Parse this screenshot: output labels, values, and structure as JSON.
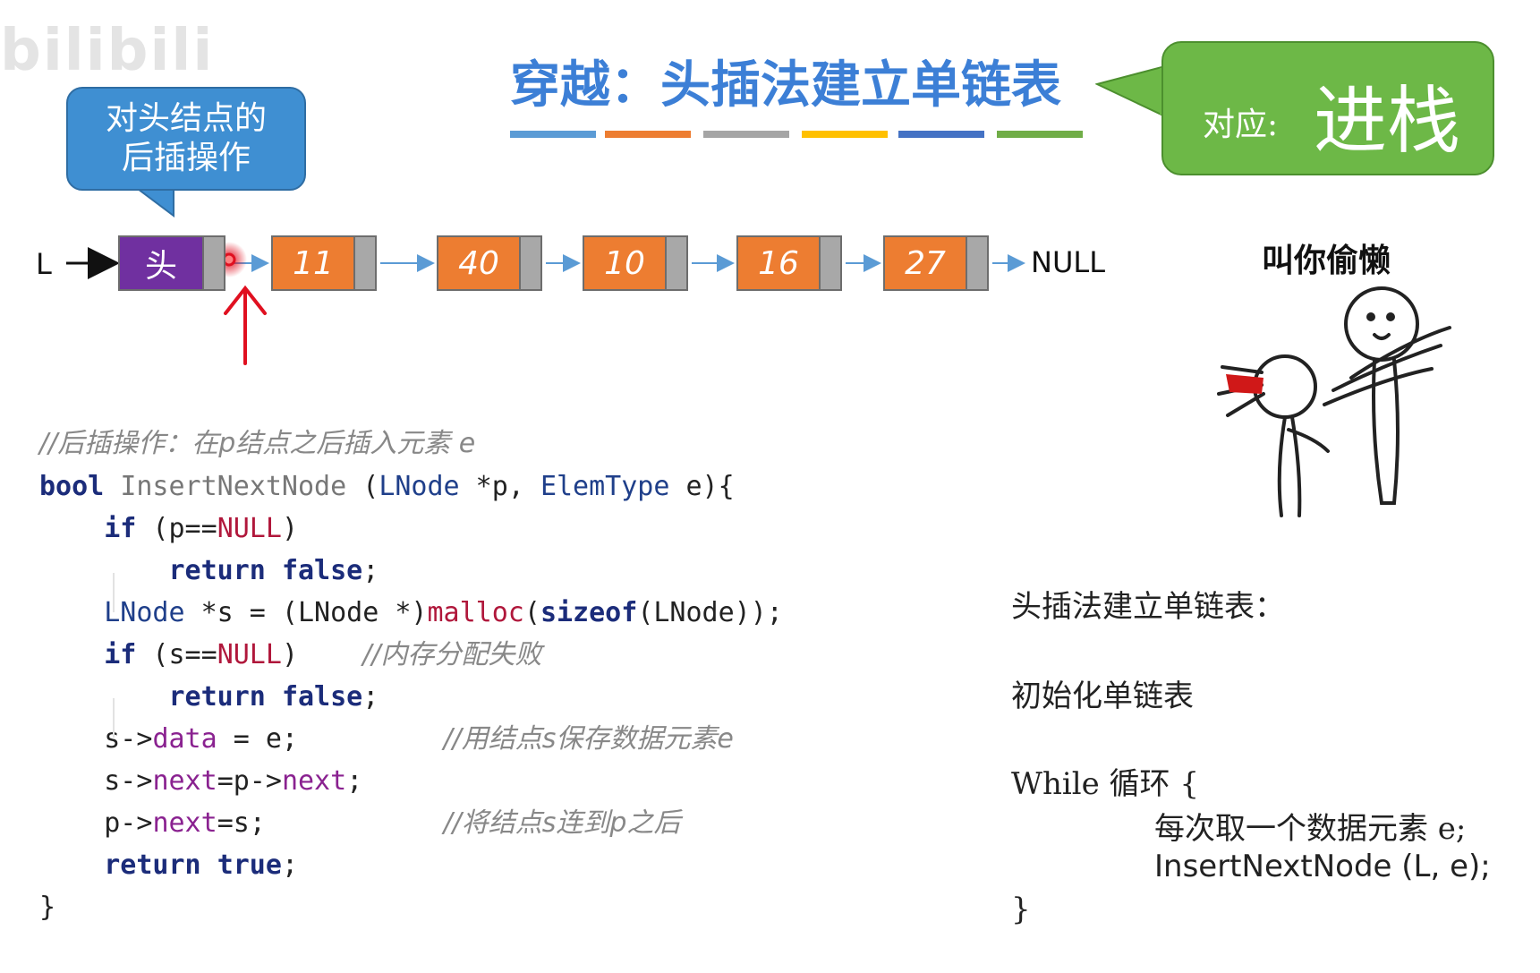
{
  "watermark": "bilibili",
  "title": "穿越：头插法建立单链表",
  "title_bar_colors": [
    "#5b9bd5",
    "#ed7d31",
    "#a5a5a5",
    "#ffc000",
    "#4472c4",
    "#70ad47"
  ],
  "callout_left": {
    "line1": "对头结点的",
    "line2": "后插操作"
  },
  "callout_right": {
    "small": "对应:",
    "big": "进栈"
  },
  "linked_list": {
    "head_pointer": "L",
    "head_label": "头",
    "nodes": [
      "11",
      "40",
      "10",
      "16",
      "27"
    ],
    "tail": "NULL",
    "colors": {
      "head": "#7030a0",
      "node": "#ed7d31",
      "pointer": "#a8a8a8",
      "arrow": "#5b9bd5",
      "marker": "#e01020"
    }
  },
  "lazy_label": "叫你偷懒",
  "code": {
    "comment_header": "//后插操作：在p结点之后插入元素 e",
    "sig_kw": "bool",
    "sig_fn": "InsertNextNode",
    "sig_type1": "LNode",
    "sig_p": " *p, ",
    "sig_type2": "ElemType",
    "sig_end": " e){",
    "if_kw": "if",
    "p_null_a": " (p==",
    "null_word": "NULL",
    "p_null_b": ")",
    "return_kw": "return",
    "false_kw": "false",
    "semicolon": ";",
    "lnode_decl_a": "LNode",
    "lnode_decl_b": " *s = (LNode *)",
    "malloc": "malloc",
    "paren_open": "(",
    "sizeof": "sizeof",
    "lnode_decl_c": "(LNode));",
    "s_null_a": " (s==",
    "s_null_b": ")",
    "alloc_comment": "//内存分配失败",
    "s_arrow": "s->",
    "data_field": "data",
    "assign_e": " = e;",
    "data_comment": "//用结点s保存数据元素e",
    "next_field": "next",
    "next_assign_a": "=p->",
    "p_arrow": "p->",
    "next_assign_s": "=s;",
    "link_comment": "//将结点s连到p之后",
    "true_kw": "true",
    "close_brace": "}"
  },
  "pseudo": {
    "line1": "头插法建立单链表：",
    "line2": "初始化单链表",
    "line3": "While 循环 {",
    "line4": "每次取一个数据元素 e;",
    "line5": "InsertNextNode (L, e);",
    "line6": "}"
  }
}
